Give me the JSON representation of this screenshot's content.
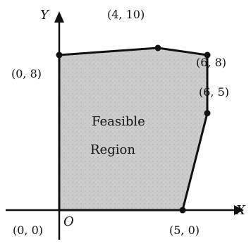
{
  "diagram": {
    "axes": {
      "x_label": "X",
      "y_label": "Y",
      "origin_label": "O"
    },
    "region_label_line1": "Feasible",
    "region_label_line2": "Region",
    "points": [
      {
        "label": "(0, 0)",
        "x": 0,
        "y": 0
      },
      {
        "label": "(0, 8)",
        "x": 0,
        "y": 8
      },
      {
        "label": "(4, 10)",
        "x": 4,
        "y": 10
      },
      {
        "label": "(6, 8)",
        "x": 6,
        "y": 8
      },
      {
        "label": "(6, 5)",
        "x": 6,
        "y": 5
      },
      {
        "label": "(5, 0)",
        "x": 5,
        "y": 0
      }
    ],
    "polygon_order": [
      0,
      1,
      2,
      3,
      4,
      5
    ],
    "fill_color": "#cfcfcf",
    "stroke_color": "#111111"
  }
}
